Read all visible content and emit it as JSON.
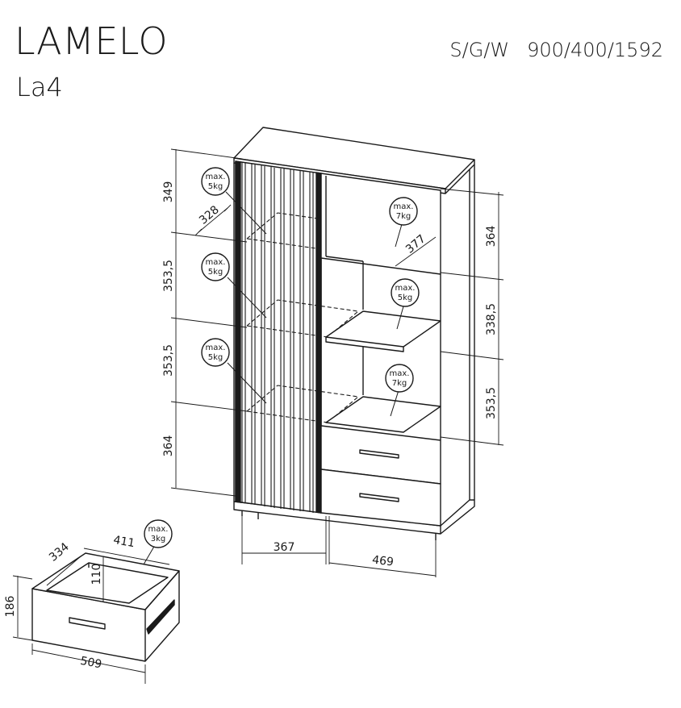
{
  "header": {
    "title": "LAMELO",
    "model": "La4",
    "dims_label": "S/G/W",
    "dims_value": "900/400/1592"
  },
  "dimensions": {
    "left_heights": [
      "349",
      "353,5",
      "353,5",
      "364"
    ],
    "right_heights": [
      "364",
      "338,5",
      "353,5"
    ],
    "left_depth": "328",
    "right_depth": "377",
    "width_left": "367",
    "width_right": "469"
  },
  "load_badges": [
    {
      "line1": "max.",
      "line2": "5kg"
    },
    {
      "line1": "max.",
      "line2": "5kg"
    },
    {
      "line1": "max.",
      "line2": "5kg"
    },
    {
      "line1": "max.",
      "line2": "7kg"
    },
    {
      "line1": "max.",
      "line2": "5kg"
    },
    {
      "line1": "max.",
      "line2": "7kg"
    },
    {
      "line1": "max.",
      "line2": "3kg"
    }
  ],
  "drawer_detail": {
    "depth": "334",
    "width": "411",
    "inner_height": "110",
    "height": "186",
    "front_width": "509"
  }
}
